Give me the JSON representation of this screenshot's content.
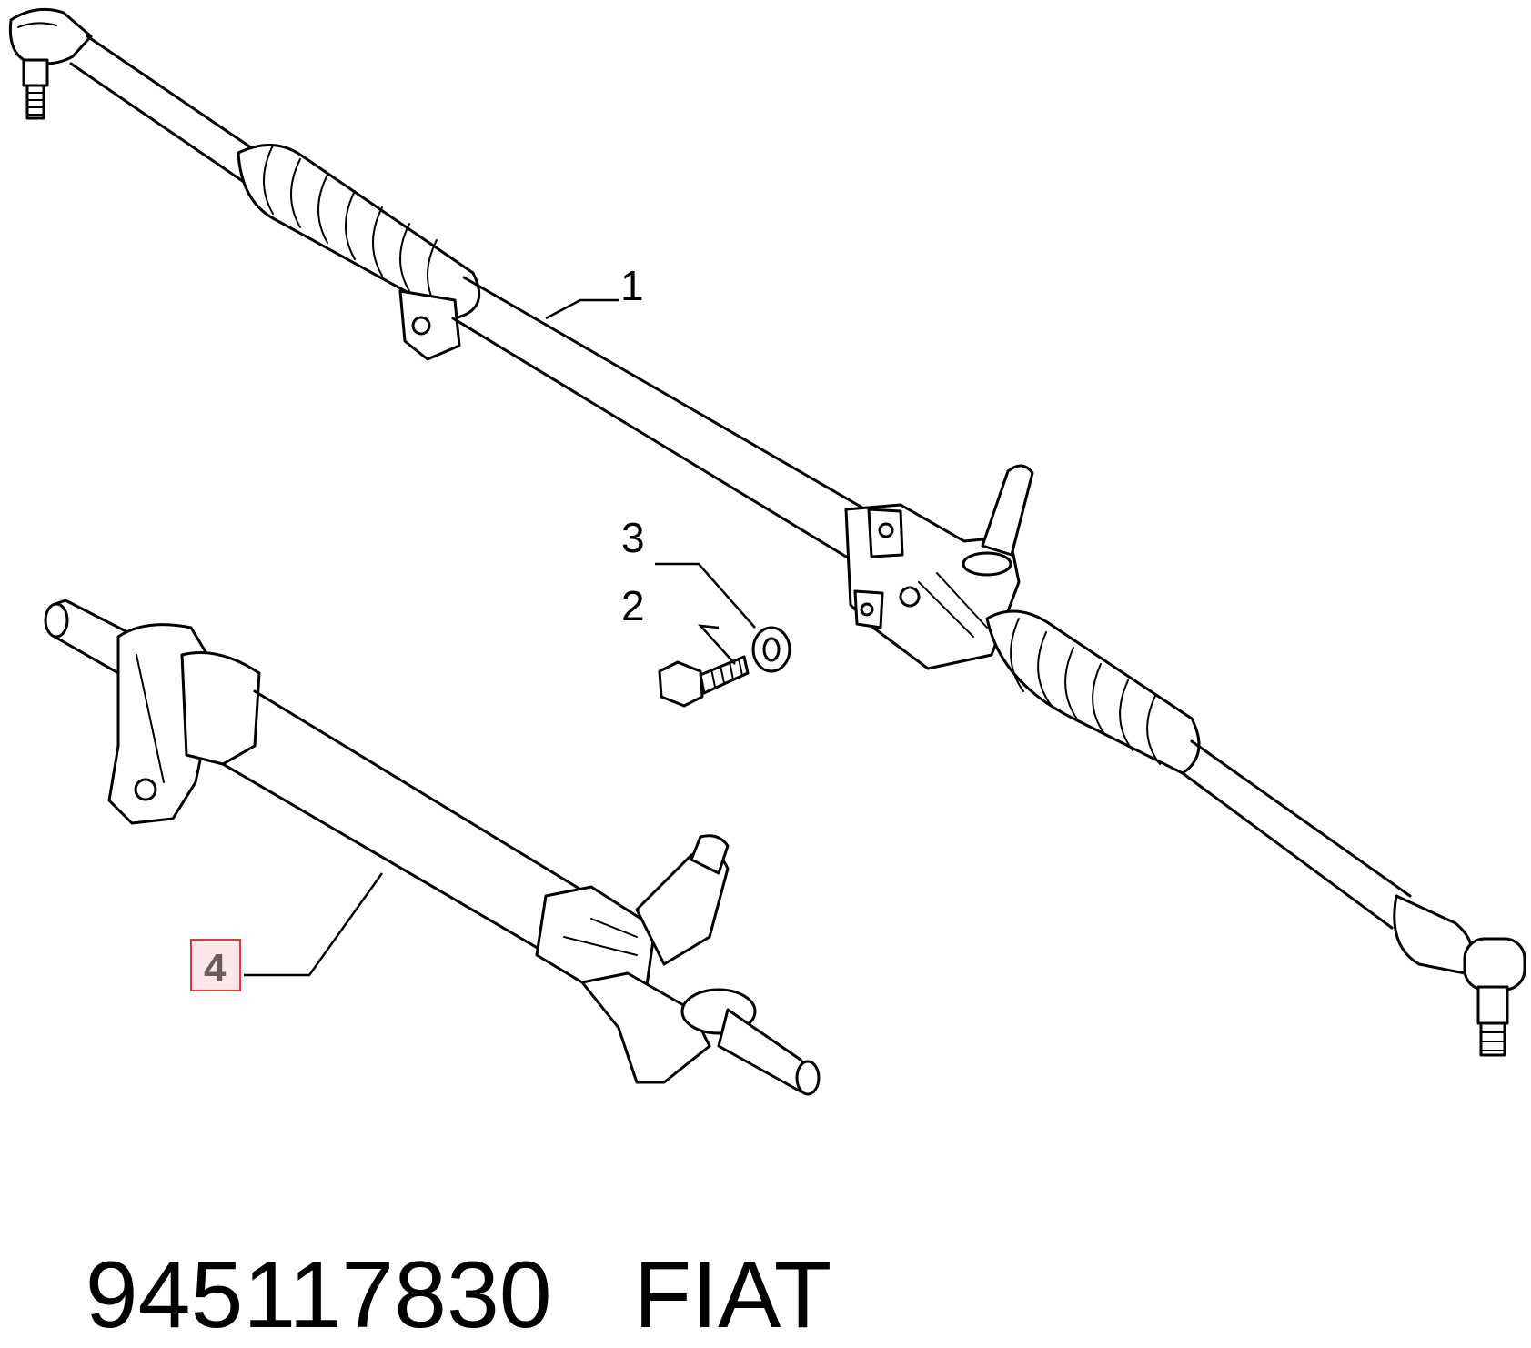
{
  "diagram": {
    "callouts": [
      {
        "id": "1",
        "label": "1"
      },
      {
        "id": "2",
        "label": "2"
      },
      {
        "id": "3",
        "label": "3"
      },
      {
        "id": "4",
        "label": "4",
        "highlighted": true
      }
    ],
    "highlight_color": "#e03a3a",
    "highlight_fill": "#fbe6ea"
  },
  "caption": {
    "part_number": "945117830",
    "brand": "FIAT"
  }
}
